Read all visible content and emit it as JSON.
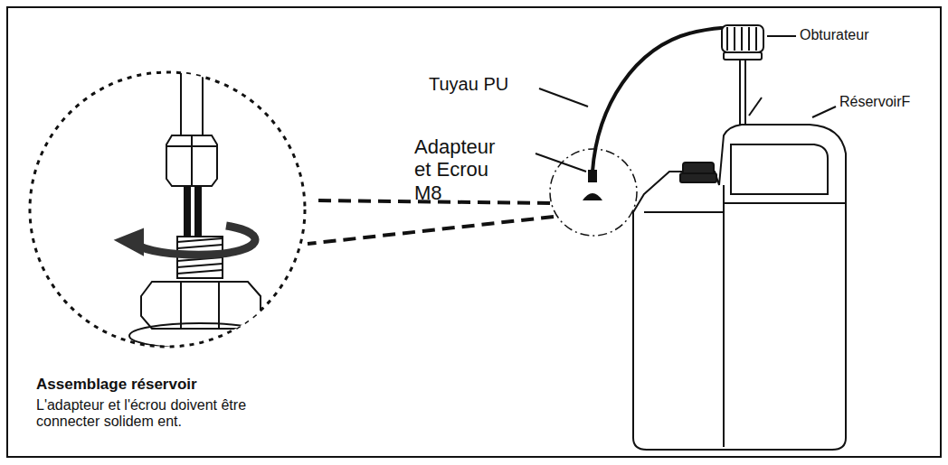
{
  "diagram": {
    "labels": [
      "Tuyau PU",
      "Obturateur",
      "Adapteur et Ecrou M8",
      "RéservoirF",
      "Assemblage réservoir",
      "L'adapteur et l'écrou doivent être connecter solidem ent."
    ]
  }
}
